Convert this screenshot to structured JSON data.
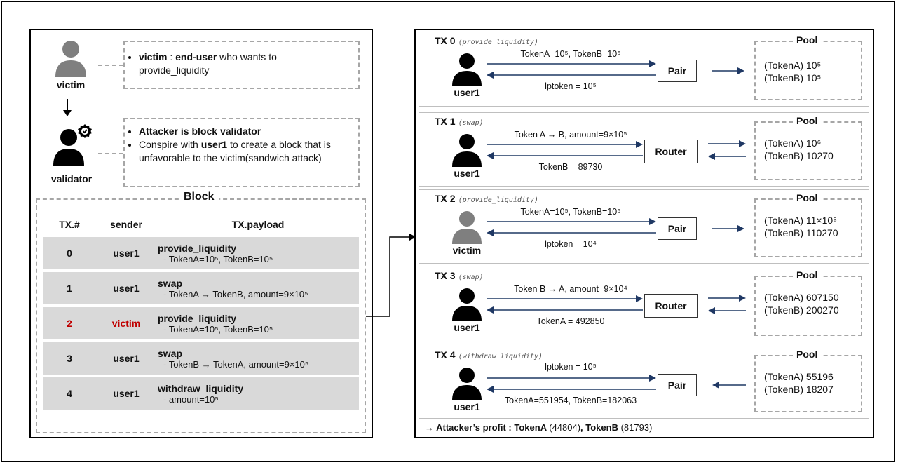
{
  "roles": {
    "victim": {
      "label": "victim",
      "desc_bold": "victim",
      "desc_sep": " : ",
      "desc_bold2": "end-user",
      "desc_rest": " who wants to provide_liquidity"
    },
    "validator": {
      "label": "validator",
      "line1": "Attacker is block validator",
      "line2_a": "Conspire with ",
      "line2_b": "user1",
      "line2_c": " to create a block that is unfavorable to the victim(sandwich attack)"
    }
  },
  "block": {
    "title": "Block",
    "headers": [
      "TX.#",
      "sender",
      "TX.payload"
    ],
    "rows": [
      {
        "num": "0",
        "sender": "user1",
        "name": "provide_liquidity",
        "args": "- TokenA=10⁵, TokenB=10⁵"
      },
      {
        "num": "1",
        "sender": "user1",
        "name": "swap",
        "args": "- TokenA → TokenB, amount=9×10⁵"
      },
      {
        "num": "2",
        "sender": "victim",
        "name": "provide_liquidity",
        "args": "- TokenA=10⁵, TokenB=10⁵"
      },
      {
        "num": "3",
        "sender": "user1",
        "name": "swap",
        "args": "- TokenB → TokenA, amount=9×10⁵"
      },
      {
        "num": "4",
        "sender": "user1",
        "name": "withdraw_liquidity",
        "args": "- amount=10⁵"
      }
    ]
  },
  "txs": [
    {
      "title": "TX 0",
      "fn": "(provide_liquidity)",
      "actor": "user1",
      "contract": "Pair",
      "top": "TokenA=10⁵, TokenB=10⁵",
      "bottom": "lptoken = 10⁵",
      "pool_title": "Pool",
      "pool_a": "(TokenA) 10⁵",
      "pool_b": "(TokenB) 10⁵"
    },
    {
      "title": "TX 1",
      "fn": "(swap)",
      "actor": "user1",
      "contract": "Router",
      "top": "Token A → B, amount=9×10⁵",
      "bottom": "TokenB = 89730",
      "pool_title": "Pool",
      "pool_a": "(TokenA) 10⁶",
      "pool_b": "(TokenB) 10270"
    },
    {
      "title": "TX 2",
      "fn": "(provide_liquidity)",
      "actor": "victim",
      "contract": "Pair",
      "top": "TokenA=10⁵, TokenB=10⁵",
      "bottom": "lptoken = 10⁴",
      "pool_title": "Pool",
      "pool_a": "(TokenA) 11×10⁵",
      "pool_b": "(TokenB) 110270"
    },
    {
      "title": "TX 3",
      "fn": "(swap)",
      "actor": "user1",
      "contract": "Router",
      "top": "Token B → A, amount=9×10⁴",
      "bottom": "TokenA = 492850",
      "pool_title": "Pool",
      "pool_a": "(TokenA) 607150",
      "pool_b": "(TokenB) 200270"
    },
    {
      "title": "TX 4",
      "fn": "(withdraw_liquidity)",
      "actor": "user1",
      "contract": "Pair",
      "top": "lptoken = 10⁵",
      "bottom": "TokenA=551954, TokenB=182063",
      "pool_title": "Pool",
      "pool_a": "(TokenA) 55196",
      "pool_b": "(TokenB) 18207"
    }
  ],
  "profit": {
    "prefix": "→ Attacker’s profit : TokenA ",
    "a": "(44804)",
    "mid": ", TokenB ",
    "b": "(81793)"
  },
  "colors": {
    "arrow": "#1f3864",
    "victim_gray": "#7f7f7f",
    "user_black": "#000000",
    "red": "#c00000",
    "row_bg": "#d9d9d9",
    "dash": "#a6a6a6"
  }
}
